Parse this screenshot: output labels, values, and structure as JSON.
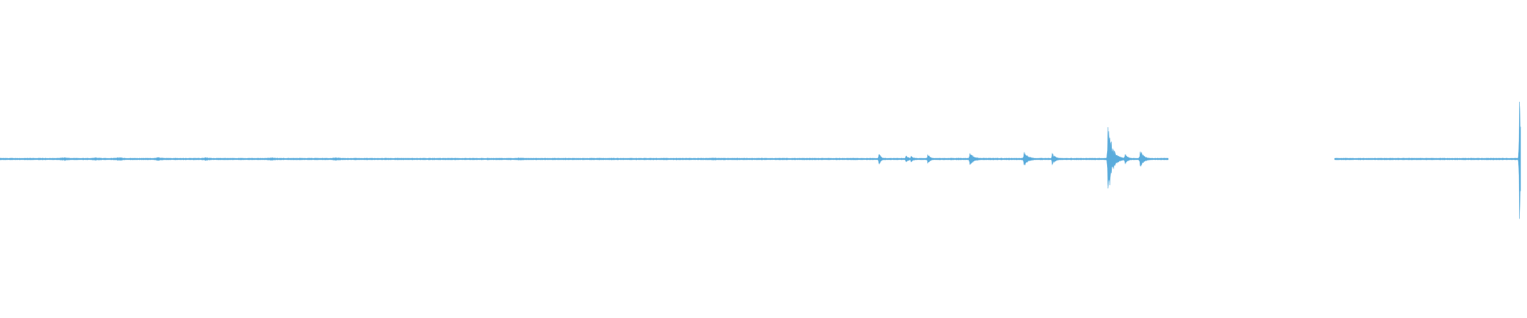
{
  "waveform": {
    "color": "#5aacdc",
    "amplitude_max": 1.0,
    "regions": [
      {
        "start": 0.0,
        "end": 0.765
      },
      {
        "start": 0.874,
        "end": 0.996
      }
    ],
    "baseline_noise": 0.006,
    "noise_bumps": [
      {
        "t": 0.042,
        "amp": 0.012
      },
      {
        "t": 0.063,
        "amp": 0.01
      },
      {
        "t": 0.078,
        "amp": 0.012
      },
      {
        "t": 0.104,
        "amp": 0.011
      },
      {
        "t": 0.135,
        "amp": 0.009
      },
      {
        "t": 0.178,
        "amp": 0.008
      },
      {
        "t": 0.22,
        "amp": 0.007
      },
      {
        "t": 0.34,
        "amp": 0.006
      },
      {
        "t": 0.468,
        "amp": 0.006
      }
    ],
    "events": [
      {
        "t": 0.5755,
        "amp": 0.085,
        "decay": 0.0012
      },
      {
        "t": 0.593,
        "amp": 0.045,
        "decay": 0.0018
      },
      {
        "t": 0.5965,
        "amp": 0.04,
        "decay": 0.0015
      },
      {
        "t": 0.6075,
        "amp": 0.055,
        "decay": 0.0015
      },
      {
        "t": 0.635,
        "amp": 0.085,
        "decay": 0.0025
      },
      {
        "t": 0.6705,
        "amp": 0.095,
        "decay": 0.0025
      },
      {
        "t": 0.689,
        "amp": 0.07,
        "decay": 0.002
      },
      {
        "t": 0.7255,
        "amp": 0.43,
        "decay": 0.0028
      },
      {
        "t": 0.7365,
        "amp": 0.065,
        "decay": 0.0018
      },
      {
        "t": 0.7465,
        "amp": 0.11,
        "decay": 0.0022
      },
      {
        "t": 0.995,
        "amp": 0.9,
        "decay": 0.0012
      }
    ]
  }
}
